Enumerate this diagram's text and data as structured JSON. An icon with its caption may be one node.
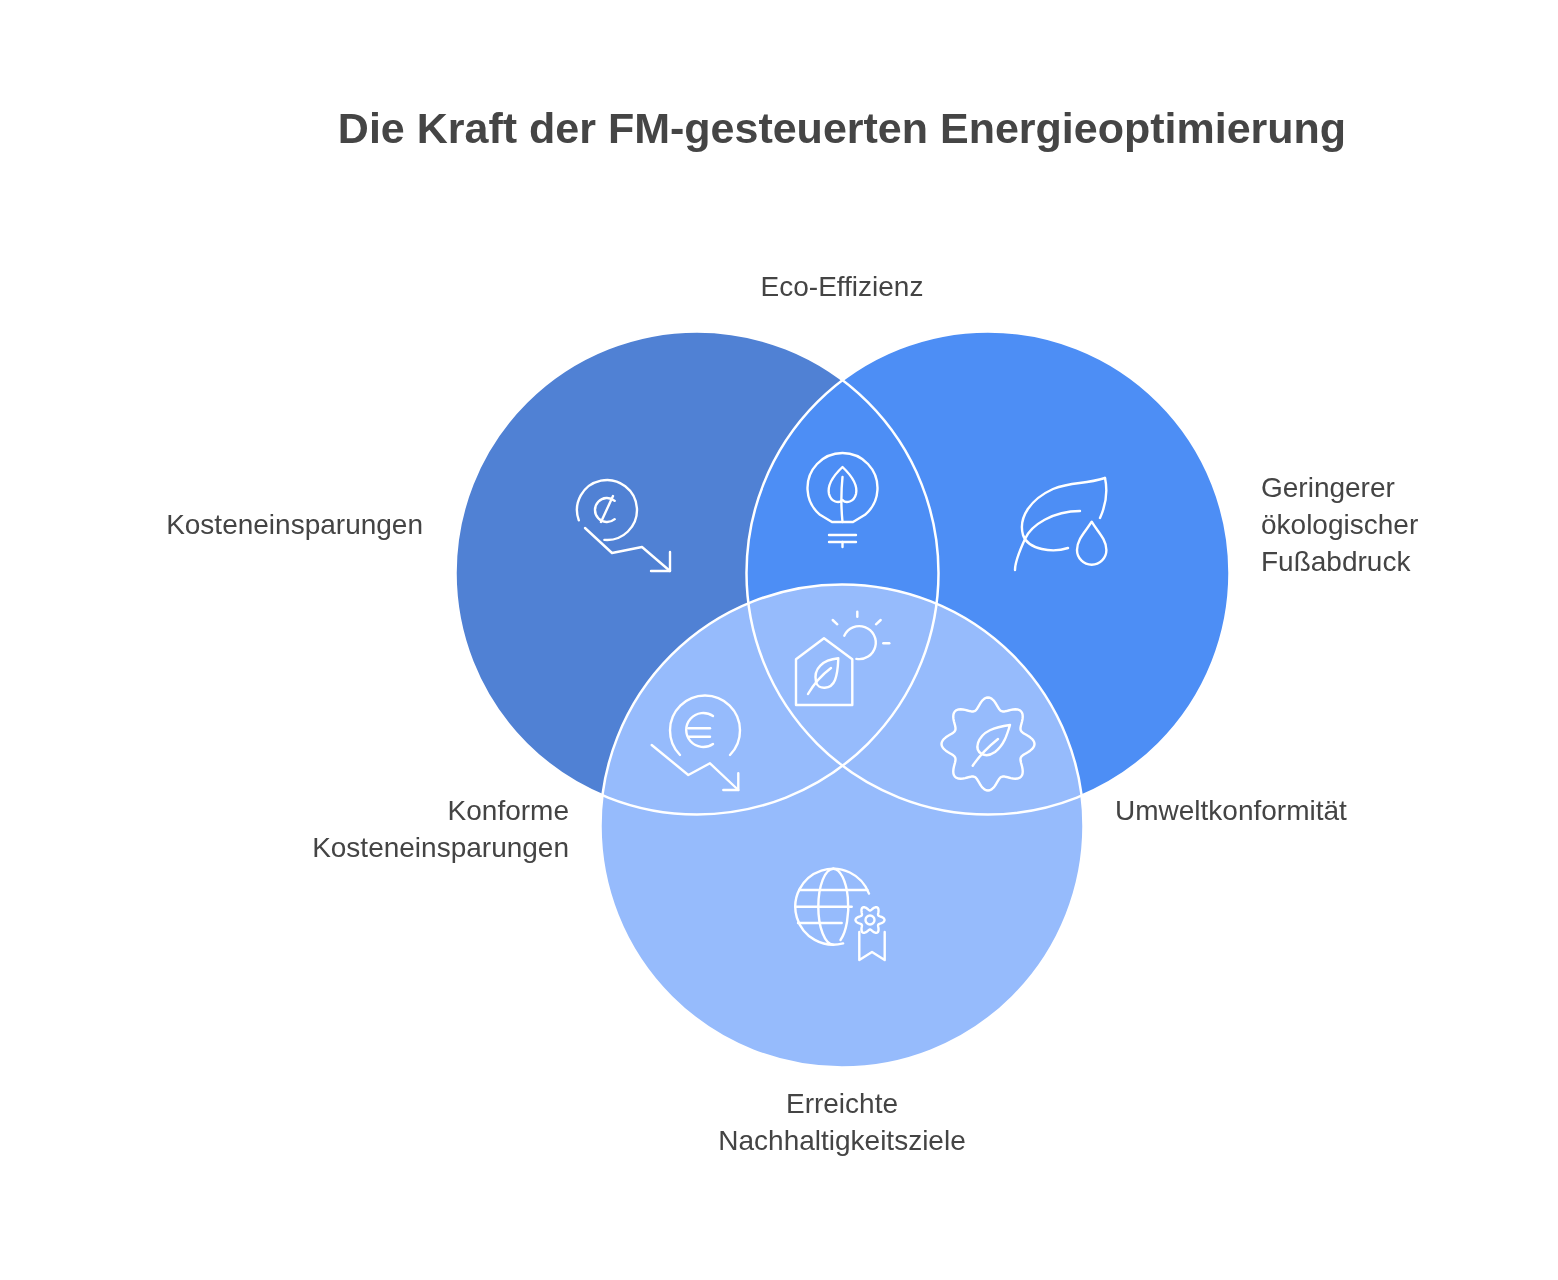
{
  "diagram": {
    "title": "Die Kraft der FM-gesteuerten Energieoptimierung",
    "nodes": [
      {
        "text": [],
        "shape": "circle",
        "beside": [
          "Kosteneinsparungen"
        ]
      },
      {
        "text": [],
        "shape": "circle",
        "beside": [
          "Geringerer ökologischer Fußabdruck"
        ]
      },
      {
        "text": [],
        "shape": "circle",
        "beside": [
          "Erreichte Nachhaltigkeitsziele"
        ]
      }
    ],
    "labels": [
      "Eco-Effizienz",
      "Konforme Kosteneinsparungen",
      "Umweltkonformität"
    ]
  }
}
